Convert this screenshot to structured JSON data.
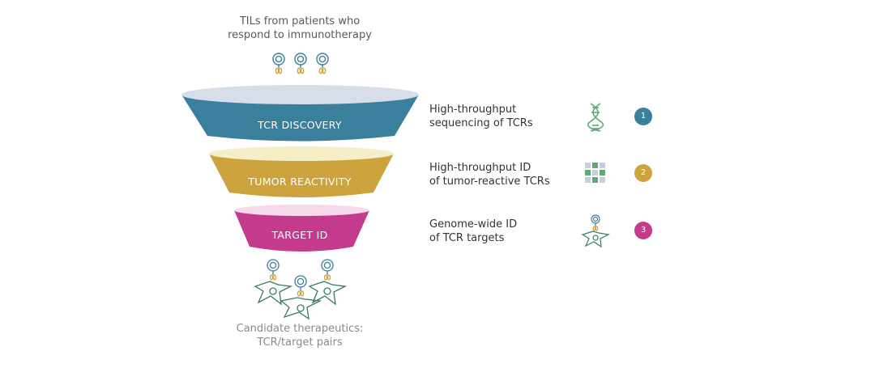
{
  "input": {
    "line1": "TILs from patients who",
    "line2": "respond to immunotherapy"
  },
  "output": {
    "line1": "Candidate therapeutics:",
    "line2": "TCR/target pairs"
  },
  "stages": [
    {
      "label": "TCR DISCOVERY",
      "color": "#3a7f9c",
      "rim_color": "#d7deea",
      "desc_line1": "High-throughput",
      "desc_line2": "sequencing of TCRs",
      "icon": "dna-icon",
      "number": "1"
    },
    {
      "label": "TUMOR REACTIVITY",
      "color": "#cda33e",
      "rim_color": "#f6edc9",
      "desc_line1": "High-throughput ID",
      "desc_line2": "of tumor-reactive TCRs",
      "icon": "grid-icon",
      "number": "2"
    },
    {
      "label": "TARGET ID",
      "color": "#c43a8c",
      "rim_color": "#f6d9eb",
      "desc_line1": "Genome-wide ID",
      "desc_line2": "of TCR targets",
      "icon": "tcell-target-icon",
      "number": "3"
    }
  ]
}
